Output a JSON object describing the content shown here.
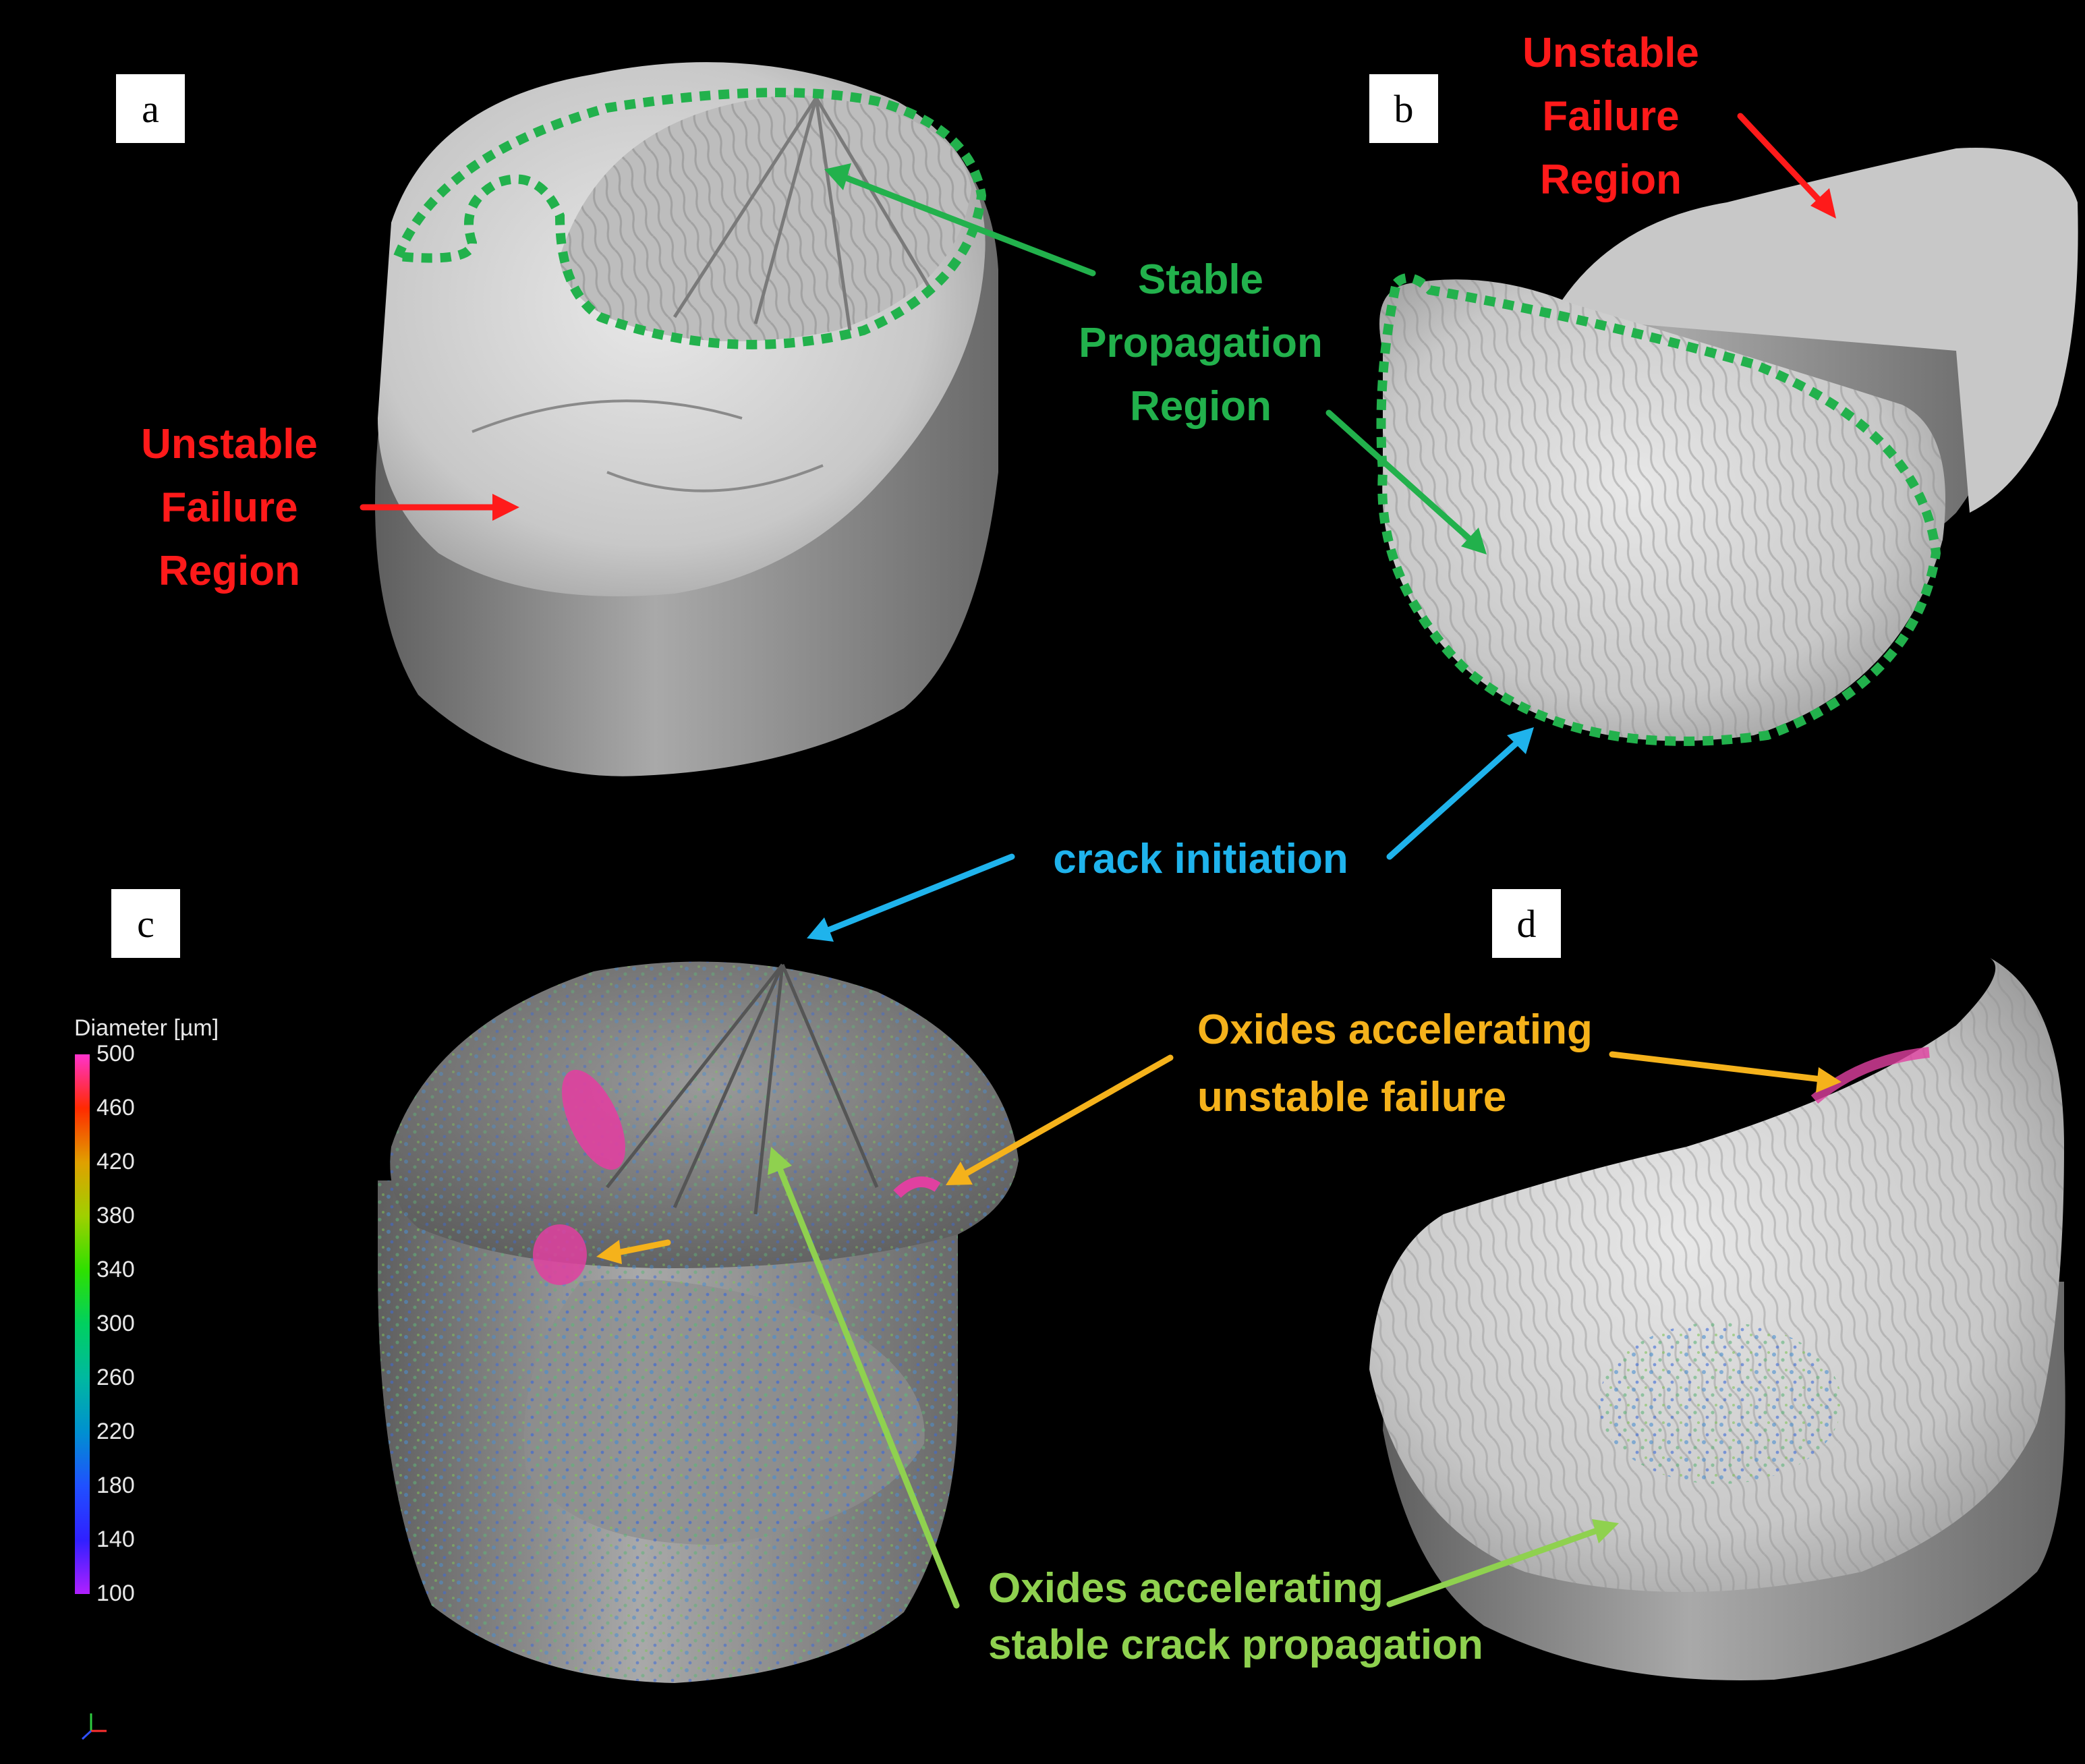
{
  "panels": {
    "a": "a",
    "b": "b",
    "c": "c",
    "d": "d"
  },
  "annotations": {
    "unstable_a": [
      "Unstable",
      "Failure",
      "Region"
    ],
    "unstable_b": [
      "Unstable",
      "Failure",
      "Region"
    ],
    "stable": [
      "Stable",
      "Propagation",
      "Region"
    ],
    "crack_initiation": "crack initiation",
    "oxides_unstable": [
      "Oxides accelerating",
      "unstable failure"
    ],
    "oxides_stable": [
      "Oxides accelerating",
      "stable crack propagation"
    ]
  },
  "legend": {
    "title": "Diameter [µm]",
    "ticks": [
      "500",
      "460",
      "420",
      "380",
      "340",
      "300",
      "260",
      "220",
      "180",
      "140",
      "100"
    ],
    "gradient": [
      "#ff33cc",
      "#ff2a00",
      "#e0a000",
      "#9fd000",
      "#2ee000",
      "#00d060",
      "#00b8a0",
      "#0090d0",
      "#2050ff",
      "#3020ff",
      "#b020ff"
    ]
  },
  "colors": {
    "unstable": "#ff1a1a",
    "stable": "#22b14c",
    "crack": "#1fb3ec",
    "oxide_unstable": "#f5b21b",
    "oxide_stable": "#8fd14f",
    "oxide_pink": "#e040a0"
  }
}
